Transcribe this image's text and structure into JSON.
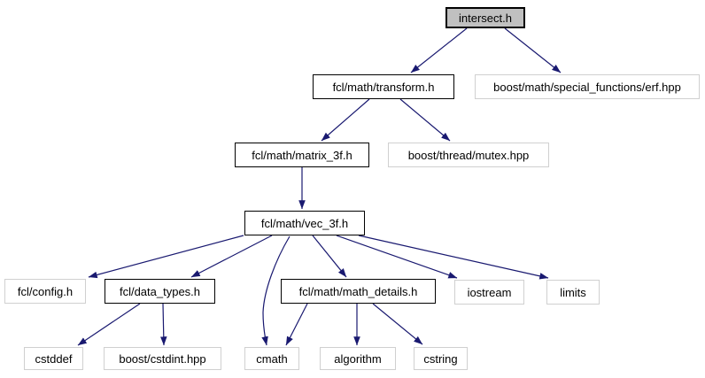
{
  "graph": {
    "root_label": "intersect.h",
    "colors": {
      "arrow": "#191970",
      "root_fill": "#c0c0c0",
      "linked_border": "#000000",
      "unlinked_border": "#d0d0d0",
      "node_fill": "#ffffff",
      "text": "#000000",
      "background": "#ffffff"
    },
    "nodes": [
      {
        "id": "intersect.h",
        "label": "intersect.h",
        "type": "root"
      },
      {
        "id": "fcl/math/transform.h",
        "label": "fcl/math/transform.h",
        "type": "linked"
      },
      {
        "id": "boost/math/special_functions/erf.hpp",
        "label": "boost/math/special_functions/erf.hpp",
        "type": "plain"
      },
      {
        "id": "fcl/math/matrix_3f.h",
        "label": "fcl/math/matrix_3f.h",
        "type": "linked"
      },
      {
        "id": "boost/thread/mutex.hpp",
        "label": "boost/thread/mutex.hpp",
        "type": "plain"
      },
      {
        "id": "fcl/math/vec_3f.h",
        "label": "fcl/math/vec_3f.h",
        "type": "linked"
      },
      {
        "id": "fcl/config.h",
        "label": "fcl/config.h",
        "type": "plain"
      },
      {
        "id": "fcl/data_types.h",
        "label": "fcl/data_types.h",
        "type": "linked"
      },
      {
        "id": "fcl/math/math_details.h",
        "label": "fcl/math/math_details.h",
        "type": "linked"
      },
      {
        "id": "iostream",
        "label": "iostream",
        "type": "plain"
      },
      {
        "id": "limits",
        "label": "limits",
        "type": "plain"
      },
      {
        "id": "cstddef",
        "label": "cstddef",
        "type": "plain"
      },
      {
        "id": "boost/cstdint.hpp",
        "label": "boost/cstdint.hpp",
        "type": "plain"
      },
      {
        "id": "cmath",
        "label": "cmath",
        "type": "plain"
      },
      {
        "id": "algorithm",
        "label": "algorithm",
        "type": "plain"
      },
      {
        "id": "cstring",
        "label": "cstring",
        "type": "plain"
      }
    ],
    "edges": [
      {
        "from": "intersect.h",
        "to": "fcl/math/transform.h"
      },
      {
        "from": "intersect.h",
        "to": "boost/math/special_functions/erf.hpp"
      },
      {
        "from": "fcl/math/transform.h",
        "to": "fcl/math/matrix_3f.h"
      },
      {
        "from": "fcl/math/transform.h",
        "to": "boost/thread/mutex.hpp"
      },
      {
        "from": "fcl/math/matrix_3f.h",
        "to": "fcl/math/vec_3f.h"
      },
      {
        "from": "fcl/math/vec_3f.h",
        "to": "fcl/config.h"
      },
      {
        "from": "fcl/math/vec_3f.h",
        "to": "fcl/data_types.h"
      },
      {
        "from": "fcl/math/vec_3f.h",
        "to": "cmath"
      },
      {
        "from": "fcl/math/vec_3f.h",
        "to": "fcl/math/math_details.h"
      },
      {
        "from": "fcl/math/vec_3f.h",
        "to": "iostream"
      },
      {
        "from": "fcl/math/vec_3f.h",
        "to": "limits"
      },
      {
        "from": "fcl/data_types.h",
        "to": "cstddef"
      },
      {
        "from": "fcl/data_types.h",
        "to": "boost/cstdint.hpp"
      },
      {
        "from": "fcl/math/math_details.h",
        "to": "cmath"
      },
      {
        "from": "fcl/math/math_details.h",
        "to": "algorithm"
      },
      {
        "from": "fcl/math/math_details.h",
        "to": "cstring"
      }
    ]
  }
}
